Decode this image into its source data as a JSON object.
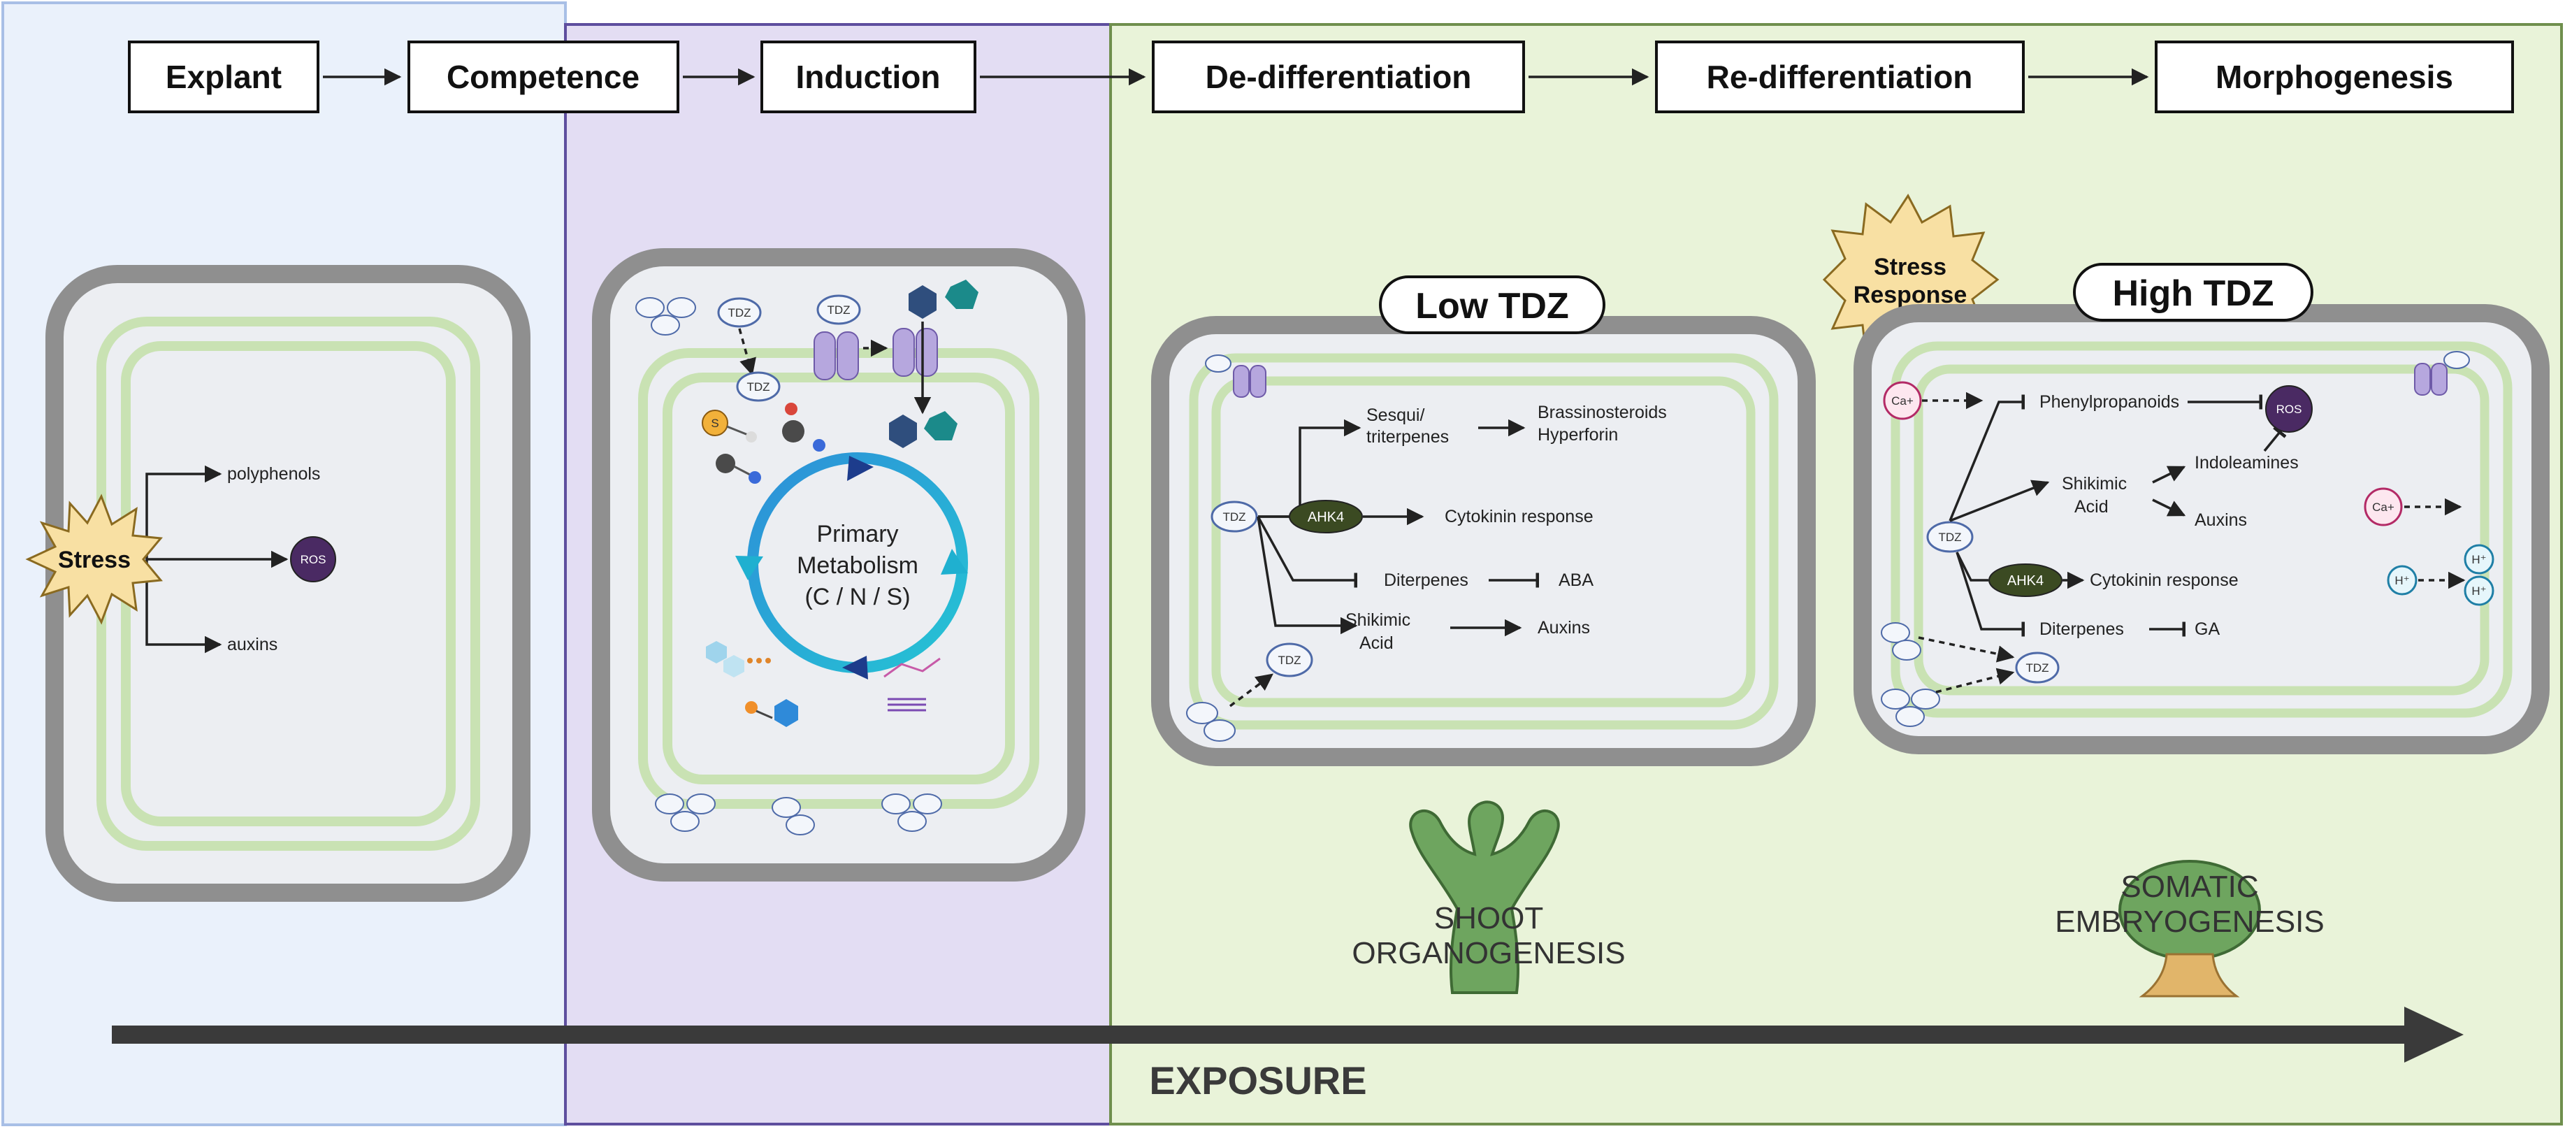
{
  "stages": [
    "Explant",
    "Competence",
    "Induction",
    "De-differentiation",
    "Re-differentiation",
    "Morphogenesis"
  ],
  "explant_cell": {
    "stress": "Stress",
    "outputs": [
      "polyphenols",
      "ROS",
      "auxins"
    ]
  },
  "induction_cell": {
    "tdz": "TDZ",
    "cycle_line1": "Primary",
    "cycle_line2": "Metabolism",
    "cycle_line3": "(C / N / S)",
    "sulfur": "S"
  },
  "low_tdz": {
    "title": "Low TDZ",
    "tdz": "TDZ",
    "sesqui": "Sesqui/",
    "triterpenes": "triterpenes",
    "brassino": "Brassinosteroids",
    "hyperforin": "Hyperforin",
    "ahk4": "AHK4",
    "cytokinin": "Cytokinin response",
    "diterpenes": "Diterpenes",
    "aba": "ABA",
    "shikimic1": "Shikimic",
    "shikimic2": "Acid",
    "auxins": "Auxins"
  },
  "stress_response": {
    "line1": "Stress",
    "line2": "Response"
  },
  "high_tdz": {
    "title": "High TDZ",
    "tdz": "TDZ",
    "ca": "Ca+",
    "h": "H⁺",
    "phenyl": "Phenylpropanoids",
    "ros": "ROS",
    "shikimic1": "Shikimic",
    "shikimic2": "Acid",
    "indoleamines": "Indoleamines",
    "auxins": "Auxins",
    "ahk4": "AHK4",
    "cytokinin": "Cytokinin response",
    "diterpenes": "Diterpenes",
    "ga": "GA"
  },
  "outcomes": {
    "shoot1": "SHOOT",
    "shoot2": "ORGANOGENESIS",
    "somatic1": "SOMATIC",
    "somatic2": "EMBRYOGENESIS"
  },
  "exposure": "EXPOSURE",
  "colors": {
    "panel_explant": "#eaf1fb",
    "panel_induction": "#e3ddf3",
    "panel_differentiation": "#e9f3d9",
    "cell_wall": "#8f8f8f",
    "membrane": "#c9e2b3",
    "cytoplasm": "#eceef2",
    "cycle": "#1fb0d0",
    "ros": "#4a2a63",
    "ahk4": "#3b4a22",
    "stress_burst": "#f8e0a3",
    "plant_green": "#5f9a53"
  }
}
